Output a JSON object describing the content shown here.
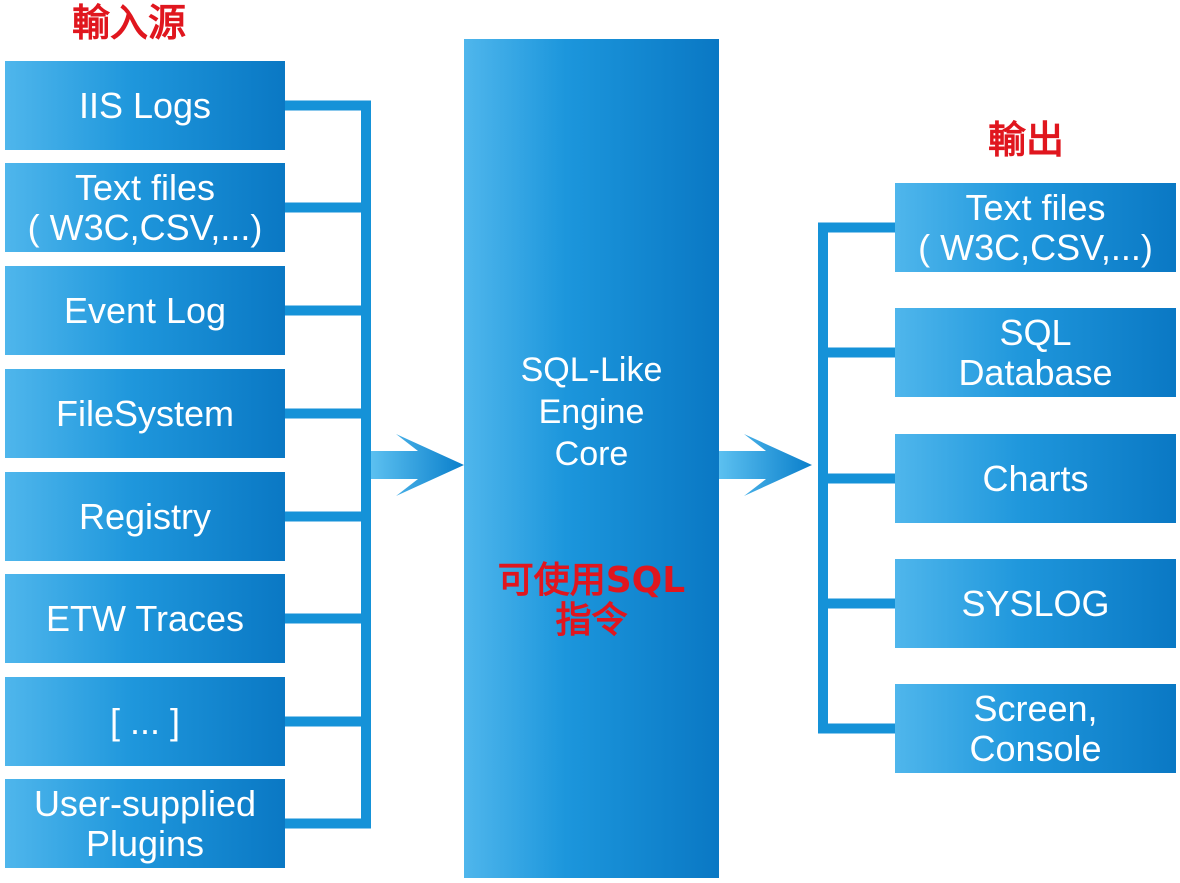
{
  "inputs": {
    "heading": "輸入源",
    "items": [
      "IIS Logs",
      "Text files\n( W3C,CSV,...)",
      "Event Log",
      "FileSystem",
      "Registry",
      "ETW Traces",
      "[ ... ]",
      "User-supplied\nPlugins"
    ]
  },
  "engine": {
    "title": "SQL-Like\nEngine\nCore",
    "note": "可使用SQL\n指令"
  },
  "outputs": {
    "heading": "輸出",
    "items": [
      "Text files\n( W3C,CSV,...)",
      "SQL\nDatabase",
      "Charts",
      "SYSLOG",
      "Screen,\nConsole"
    ]
  },
  "colors": {
    "box_light": "#4fb6ec",
    "box_dark": "#0a78c4",
    "connector": "#1592d8",
    "heading_red": "#e0161e"
  }
}
